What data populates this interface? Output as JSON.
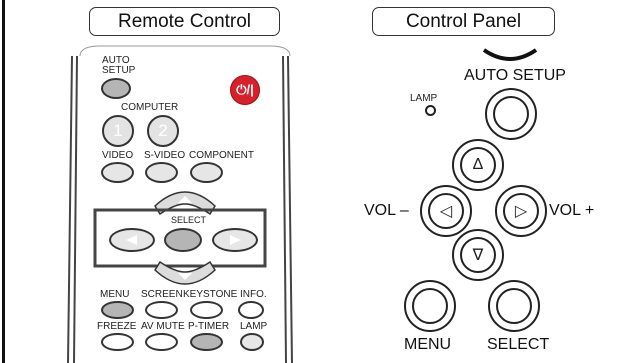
{
  "headers": {
    "remote": "Remote Control",
    "panel": "Control Panel"
  },
  "remote": {
    "auto_setup": [
      "AUTO",
      "SETUP"
    ],
    "computer": "COMPUTER",
    "num1": "1",
    "num2": "2",
    "video": "VIDEO",
    "svideo": "S-VIDEO",
    "component": "COMPONENT",
    "select": "SELECT",
    "menu": "MENU",
    "screen": "SCREEN",
    "keystone": "KEYSTONE",
    "info": "INFO.",
    "freeze": "FREEZE",
    "avmute": "AV MUTE",
    "ptimer": "P-TIMER",
    "lamp": "LAMP",
    "power_icon": "power-icon"
  },
  "panel": {
    "lamp": "LAMP",
    "auto_setup": "AUTO SETUP",
    "vol_minus": "VOL –",
    "vol_plus": "VOL +",
    "up": "Δ",
    "down": "∇",
    "left": "◁",
    "right": "▷",
    "menu": "MENU",
    "select": "SELECT"
  },
  "colors": {
    "power": "#d7202a",
    "highlight_button": "#b5b5b5",
    "button": "#e6e6e6"
  }
}
